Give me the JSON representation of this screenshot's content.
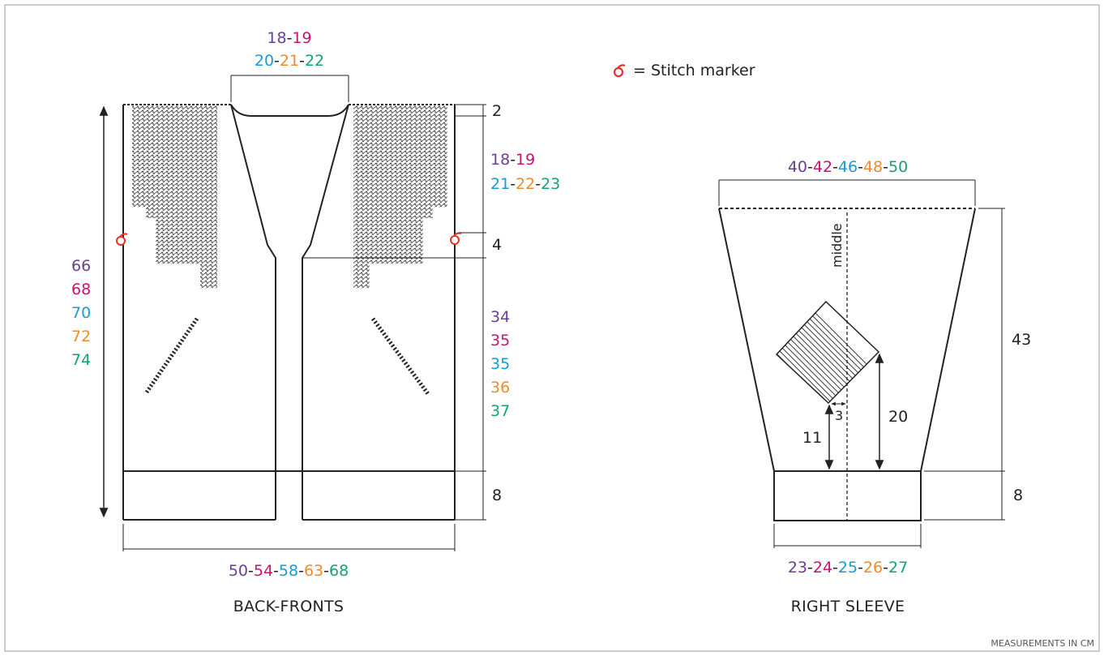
{
  "colors": {
    "size1": "#6a3f97",
    "size2": "#c7146e",
    "size3": "#1a9ad6",
    "size4": "#ef8a2c",
    "size5": "#14a36a",
    "line": "#222222",
    "marker": "#e63329"
  },
  "legend": {
    "marker_icon": "stitch-marker-icon",
    "marker_text": "= Stitch marker"
  },
  "back_fronts": {
    "neck": {
      "line1": [
        "18",
        "19"
      ],
      "line2": [
        "20",
        "21",
        "22"
      ]
    },
    "shoulder": "2",
    "armhole": {
      "line1": [
        "18",
        "19"
      ],
      "line2": [
        "21",
        "22",
        "23"
      ]
    },
    "marker_gap": "4",
    "body_length": [
      "34",
      "35",
      "35",
      "36",
      "37"
    ],
    "total_length": [
      "66",
      "68",
      "70",
      "72",
      "74"
    ],
    "rib": "8",
    "width": [
      "50",
      "54",
      "58",
      "63",
      "68"
    ],
    "caption": "BACK-FRONTS"
  },
  "sleeve": {
    "top_width": [
      "40",
      "42",
      "46",
      "48",
      "50"
    ],
    "middle_label": "middle",
    "length": "43",
    "h20": "20",
    "h11": "11",
    "h3": "3",
    "rib": "8",
    "cuff_width": [
      "23",
      "24",
      "25",
      "26",
      "27"
    ],
    "caption": "RIGHT SLEEVE"
  },
  "footer": "MEASUREMENTS IN CM"
}
